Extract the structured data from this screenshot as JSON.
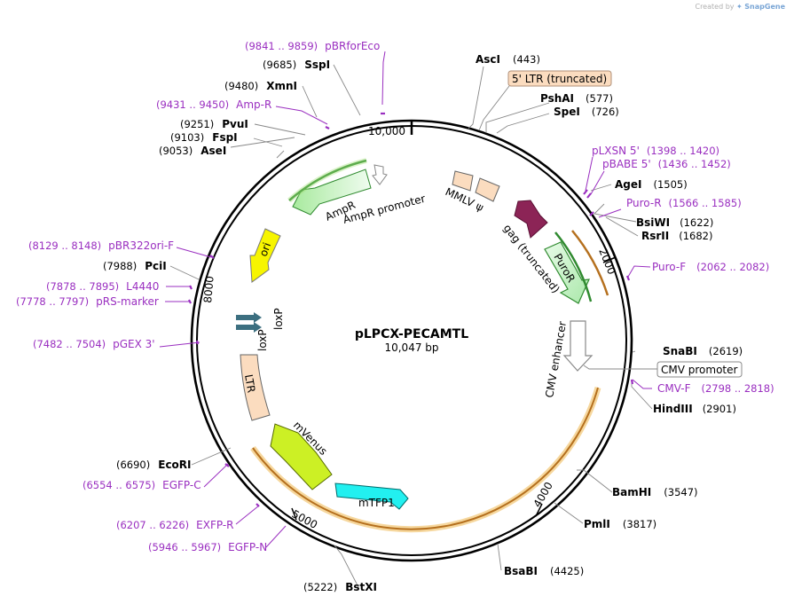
{
  "credit": {
    "created_by": "Created by",
    "brand": "SnapGene"
  },
  "plasmid": {
    "name": "pLPCX-PECAMTL",
    "size": "10,047 bp"
  },
  "ticks": [
    "10,000",
    "2000",
    "4000",
    "5000",
    "8000"
  ],
  "enzymes": [
    {
      "name": "AscI",
      "pos": "(443)"
    },
    {
      "name": "PshAI",
      "pos": "(577)"
    },
    {
      "name": "SpeI",
      "pos": "(726)"
    },
    {
      "name": "AgeI",
      "pos": "(1505)"
    },
    {
      "name": "BsiWI",
      "pos": "(1622)"
    },
    {
      "name": "RsrII",
      "pos": "(1682)"
    },
    {
      "name": "SnaBI",
      "pos": "(2619)"
    },
    {
      "name": "HindIII",
      "pos": "(2901)"
    },
    {
      "name": "BamHI",
      "pos": "(3547)"
    },
    {
      "name": "PmlI",
      "pos": "(3817)"
    },
    {
      "name": "BsaBI",
      "pos": "(4425)"
    },
    {
      "name": "BstXI",
      "pos": "(5222)"
    },
    {
      "name": "EcoRI",
      "pos": "(6690)"
    },
    {
      "name": "PciI",
      "pos": "(7988)"
    },
    {
      "name": "AseI",
      "pos": "(9053)"
    },
    {
      "name": "FspI",
      "pos": "(9103)"
    },
    {
      "name": "PvuI",
      "pos": "(9251)"
    },
    {
      "name": "XmnI",
      "pos": "(9480)"
    },
    {
      "name": "SspI",
      "pos": "(9685)"
    }
  ],
  "primers": [
    {
      "name": "pBRforEco",
      "range": "(9841 .. 9859)"
    },
    {
      "name": "Amp-R",
      "range": "(9431 .. 9450)"
    },
    {
      "name": "pLXSN 5'",
      "range": "(1398 .. 1420)"
    },
    {
      "name": "pBABE 5'",
      "range": "(1436 .. 1452)"
    },
    {
      "name": "Puro-R",
      "range": "(1566 .. 1585)"
    },
    {
      "name": "Puro-F",
      "range": "(2062 .. 2082)"
    },
    {
      "name": "CMV-F",
      "range": "(2798 .. 2818)"
    },
    {
      "name": "pBR322ori-F",
      "range": "(8129 .. 8148)"
    },
    {
      "name": "L4440",
      "range": "(7878 .. 7895)"
    },
    {
      "name": "pRS-marker",
      "range": "(7778 .. 7797)"
    },
    {
      "name": "pGEX 3'",
      "range": "(7482 .. 7504)"
    },
    {
      "name": "EGFP-C",
      "range": "(6554 .. 6575)"
    },
    {
      "name": "EXFP-R",
      "range": "(6207 .. 6226)"
    },
    {
      "name": "EGFP-N",
      "range": "(5946 .. 5967)"
    }
  ],
  "boxed_labels": {
    "ltr5": "5' LTR (truncated)",
    "cmv_promoter": "CMV promoter"
  },
  "features": {
    "mmlv": "MMLV ψ",
    "gag": "gag (truncated)",
    "puror": "PuroR",
    "cmv_enhancer": "CMV enhancer",
    "mtfp1": "mTFP1",
    "mvenus": "mVenus",
    "ltr": "LTR",
    "loxp1": "loxP",
    "loxp2": "loxP",
    "ori": "ori",
    "ampr": "AmpR",
    "ampr_promoter": "AmpR promoter"
  },
  "colors": {
    "backbone": "#000000",
    "enzyme_text": "#000000",
    "primer": "#9a2fc0",
    "ltr_fill": "#fbdcbf",
    "gag_fill": "#8c2456",
    "puror_fill": "#bff0bf",
    "orf_green": "#2f8a2f",
    "orf_orange": "#b5701e",
    "mtfp1_fill": "#22f0f0",
    "mvenus_fill": "#ccf025",
    "ori_fill": "#f7f500",
    "ampr_fill": "#c9f5c9",
    "loxp_fill": "#3c6f80"
  }
}
